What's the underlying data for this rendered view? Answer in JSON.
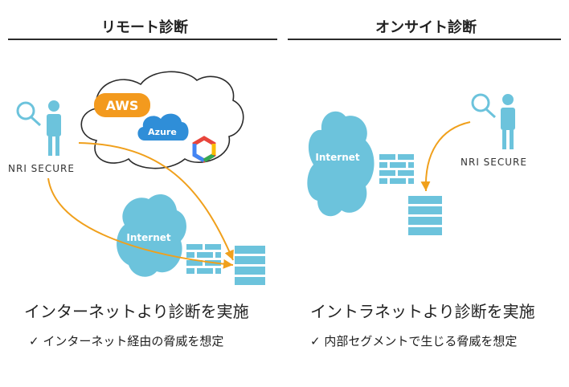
{
  "left": {
    "title": "リモート診断",
    "brand": "NRI SECURE",
    "cloud_providers": [
      "AWS",
      "Azure"
    ],
    "internet_label": "Internet",
    "caption": "インターネットより診断を実施",
    "subcaption": "✓ インターネット経由の脅威を想定"
  },
  "right": {
    "title": "オンサイト診断",
    "brand": "NRI SECURE",
    "internet_label": "Internet",
    "caption": "イントラネットより診断を実施",
    "subcaption": "✓ 内部セグメントで生じる脅威を想定"
  },
  "colors": {
    "cloud_fill": "#6cc3dc",
    "server_fill": "#6cc3dc",
    "arrow": "#f0a01c",
    "aws": "#f39a1e",
    "azure": "#2f8ed8",
    "line": "#2b2b2b"
  },
  "icons": [
    "person-magnifier-icon",
    "cloud-icon",
    "firewall-icon",
    "server-icon",
    "google-cloud-icon"
  ]
}
